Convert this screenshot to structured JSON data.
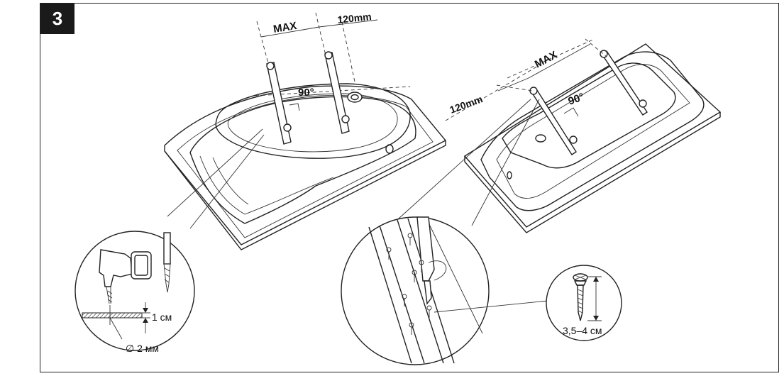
{
  "step_number": "3",
  "left_view": {
    "max_label": "MAX",
    "offset_label": "120mm",
    "angle_label": "90°"
  },
  "right_view": {
    "max_label": "MAX",
    "offset_label": "120mm",
    "angle_label": "90°"
  },
  "drill_detail": {
    "depth_label": "1 см",
    "diameter_label": "∅ 2 мм"
  },
  "screw_detail": {
    "length_label": "3,5–4 см"
  }
}
